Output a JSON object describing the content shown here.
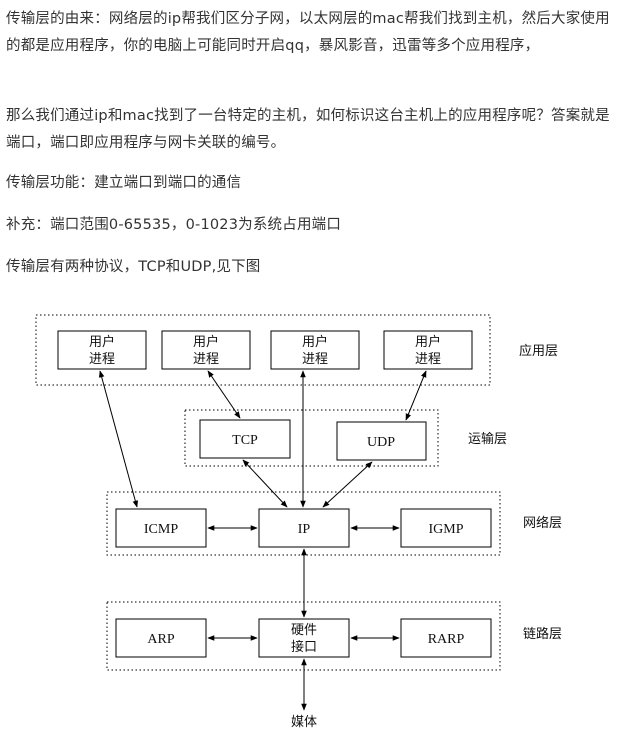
{
  "paragraphs": [
    "传输层的由来：网络层的ip帮我们区分子网，以太网层的mac帮我们找到主机，然后大家使用的都是应用程序，你的电脑上可能同时开启qq，暴风影音，迅雷等多个应用程序，",
    "那么我们通过ip和mac找到了一台特定的主机，如何标识这台主机上的应用程序呢？答案就是端口，端口即应用程序与网卡关联的编号。",
    "传输层功能：建立端口到端口的通信",
    "补充：端口范围0-65535，0-1023为系统占用端口",
    "传输层有两种协议，TCP和UDP,见下图"
  ],
  "diagram": {
    "layers": {
      "application": "应用层",
      "transport": "运输层",
      "network": "网络层",
      "link": "链路层"
    },
    "user_process": {
      "line1": "用户",
      "line2": "进程"
    },
    "tcp": "TCP",
    "udp": "UDP",
    "icmp": "ICMP",
    "ip": "IP",
    "igmp": "IGMP",
    "arp": "ARP",
    "rarp": "RARP",
    "hardware": {
      "line1": "硬件",
      "line2": "接口"
    },
    "media": "媒体"
  }
}
